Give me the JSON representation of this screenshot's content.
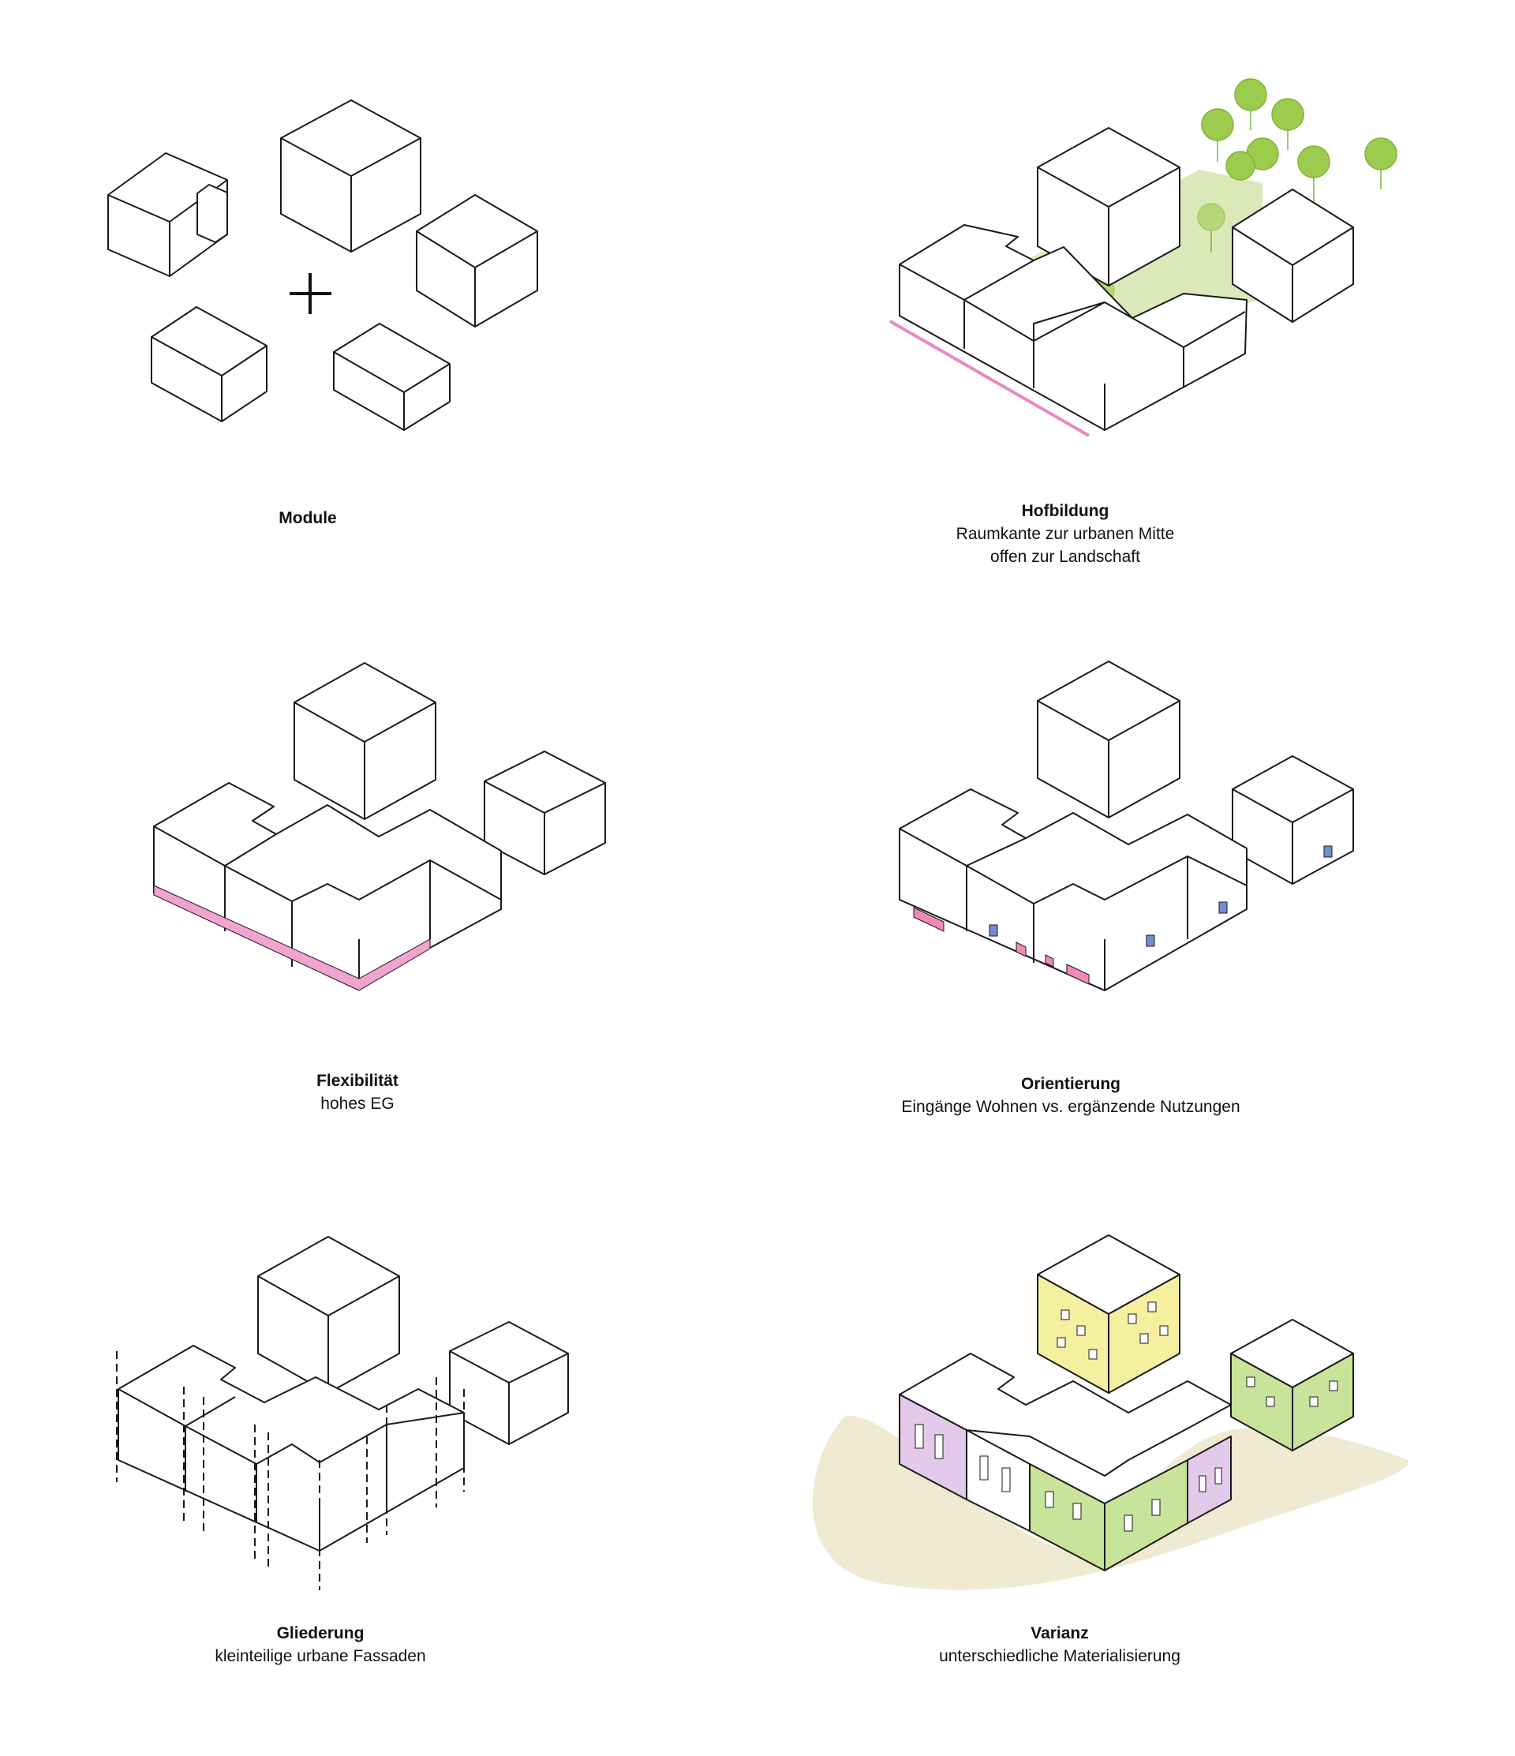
{
  "panels": [
    {
      "id": "module",
      "title": "Module",
      "lines": []
    },
    {
      "id": "hofbildung",
      "title": "Hofbildung",
      "lines": [
        "Raumkante zur urbanen Mitte",
        "offen zur Landschaft"
      ]
    },
    {
      "id": "flexibilitaet",
      "title": "Flexibilität",
      "lines": [
        "hohes EG"
      ]
    },
    {
      "id": "orientierung",
      "title": "Orientierung",
      "lines": [
        "Eingänge Wohnen vs. ergänzende Nutzungen"
      ]
    },
    {
      "id": "gliederung",
      "title": "Gliederung",
      "lines": [
        "kleinteilige urbane Fassaden"
      ]
    },
    {
      "id": "varianz",
      "title": "Varianz",
      "lines": [
        "unterschiedliche Materialisierung"
      ]
    }
  ],
  "colors": {
    "outline": "#1a1a1a",
    "street_edge": "#e889c0",
    "courtyard": "#dbe9b8",
    "tree": "#9ccc4e",
    "ground_floor": "#f2a3cf",
    "entrance_residential": "#6f8fd0",
    "entrance_commercial": "#f28ab8",
    "landscape": "#efebd2",
    "facade_yellow": "#f5f0a0",
    "facade_green": "#c8e39a",
    "facade_purple": "#e3c9ea"
  }
}
